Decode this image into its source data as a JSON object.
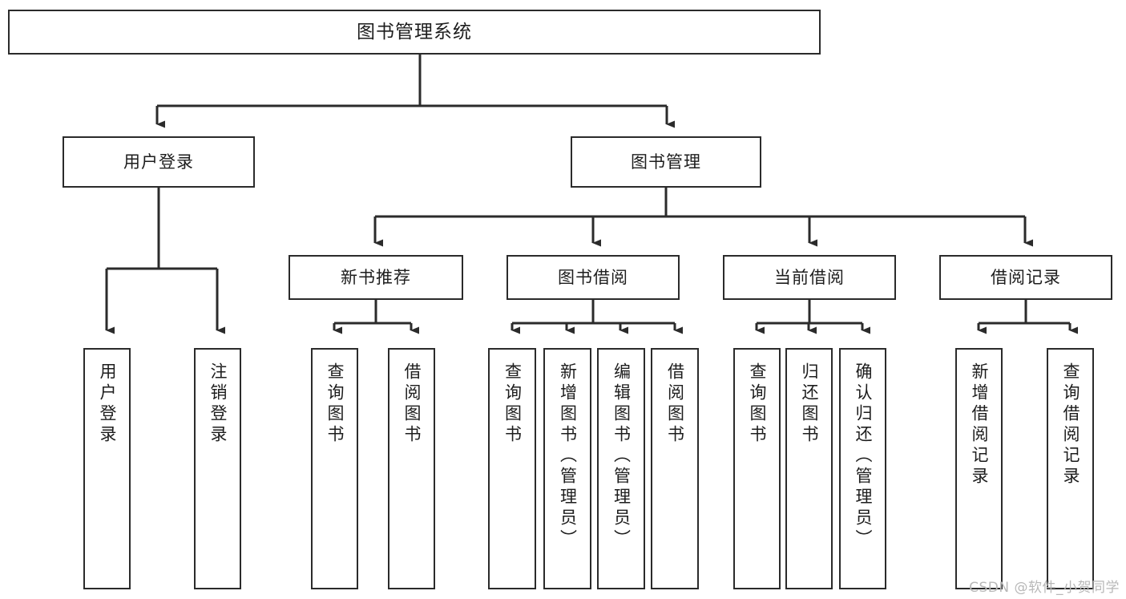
{
  "diagram": {
    "title": "图书管理系统",
    "type": "tree",
    "watermark": "CSDN @软件_小贺同学",
    "colors": {
      "stroke": "#2b2b2b",
      "fill": "#ffffff",
      "text": "#1d1d1d",
      "watermark": "#b8b8b8"
    },
    "nodes": {
      "root": {
        "label": "图书管理系统"
      },
      "level2": [
        {
          "label": "用户登录"
        },
        {
          "label": "图书管理"
        }
      ],
      "level3": [
        {
          "label": "新书推荐"
        },
        {
          "label": "图书借阅"
        },
        {
          "label": "当前借阅"
        },
        {
          "label": "借阅记录"
        }
      ],
      "leaves_user_login": [
        {
          "label": "用户登录"
        },
        {
          "label": "注销登录"
        }
      ],
      "leaves_new_book": [
        {
          "label": "查询图书"
        },
        {
          "label": "借阅图书"
        }
      ],
      "leaves_borrow": [
        {
          "label": "查询图书"
        },
        {
          "label": "新增图书（管理员）"
        },
        {
          "label": "编辑图书（管理员）"
        },
        {
          "label": "借阅图书"
        }
      ],
      "leaves_current": [
        {
          "label": "查询图书"
        },
        {
          "label": "归还图书"
        },
        {
          "label": "确认归还（管理员）"
        }
      ],
      "leaves_record": [
        {
          "label": "新增借阅记录"
        },
        {
          "label": "查询借阅记录"
        }
      ]
    }
  }
}
